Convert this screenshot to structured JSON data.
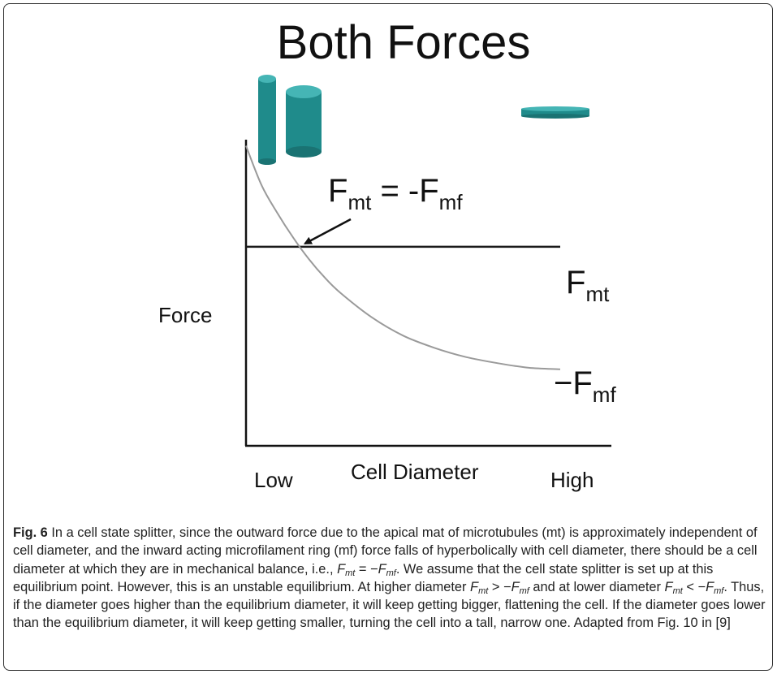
{
  "figure": {
    "title": "Both Forces",
    "caption_label": "Fig. 6",
    "caption_text": "In a cell state splitter, since the outward force due to the apical mat of microtubules (mt) is approximately independent of cell diameter, and the inward acting microfilament ring (mf) force falls of hyperbolically with cell diameter, there should be a cell diameter at which they are in mechanical balance, i.e., F_mt = −F_mf. We assume that the cell state splitter is set up at this equilibrium point. However, this is an unstable equilibrium. At higher diameter F_mt > −F_mf and at lower diameter F_mt < −F_mf. Thus, if the diameter goes higher than the equilibrium diameter, it will keep getting bigger, flattening the cell. If the diameter goes lower than the equilibrium diameter, it will keep getting smaller, turning the cell into a tall, narrow one. Adapted from Fig. 10 in [9]",
    "caption_parts": {
      "p1": "In a cell state splitter, since the outward force due to the apical mat of microtubules (mt) is approximately independent of cell diameter, and the inward acting microfilament ring (mf) force falls of hyperbolically with cell diameter, there should be a cell diameter at which they are in mechanical balance, i.e., ",
      "p2": ". We assume that the cell state splitter is set up at this equilibrium point. However, this is an unstable equilibrium. At higher diameter ",
      "p3": " and at lower diameter ",
      "p4": ". Thus, if the diameter goes higher than the equilibrium diameter, it will keep getting bigger, flattening the cell. If the diameter goes lower than the equilibrium diameter, it will keep getting smaller, turning the cell into a tall, narrow one. Adapted from Fig. 10 in [9]",
      "F": "F",
      "mt": "mt",
      "mf": "mf",
      "eq": " = −",
      "gt": " > −",
      "lt": " < −"
    }
  },
  "chart_data": {
    "type": "line",
    "title": "Both Forces",
    "ylabel": "Force",
    "xlabel": "Cell Diameter",
    "x_tick_labels": [
      "Low",
      "High"
    ],
    "xlim": [
      0,
      1
    ],
    "ylim": [
      0,
      1
    ],
    "grid": false,
    "series": [
      {
        "name": "F",
        "name_sub": "mt",
        "color": "#1a1a1a",
        "x": [
          0,
          0.25,
          0.5,
          0.75,
          1.0
        ],
        "y": [
          0.65,
          0.65,
          0.65,
          0.65,
          0.65
        ]
      },
      {
        "name": "−F",
        "name_sub": "mf",
        "color": "#9a9a9a",
        "x": [
          0,
          0.05,
          0.1,
          0.15,
          0.2,
          0.25,
          0.3,
          0.4,
          0.5,
          0.6,
          0.7,
          0.8,
          0.9,
          1.0
        ],
        "y": [
          0.98,
          0.85,
          0.76,
          0.68,
          0.61,
          0.55,
          0.5,
          0.42,
          0.36,
          0.32,
          0.29,
          0.27,
          0.255,
          0.25
        ]
      }
    ],
    "annotations": [
      {
        "text": "F",
        "sub1": "mt",
        "mid": " = -F",
        "sub2": "mf",
        "points_to_x": 0.18,
        "points_to_y": 0.65
      }
    ],
    "cell_icons": [
      "tall-narrow-cell-icon",
      "medium-cell-icon",
      "flat-cell-icon"
    ],
    "icon_color": "#1f8b8b"
  }
}
